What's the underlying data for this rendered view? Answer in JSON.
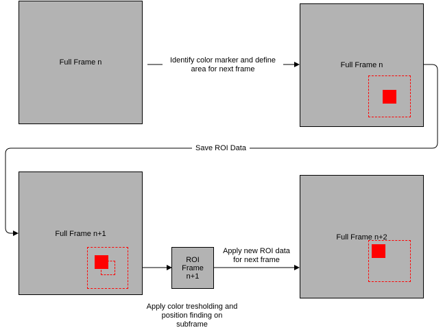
{
  "colors": {
    "frame_fill": "#b3b3b3",
    "marker": "#ff0000",
    "line": "#000000"
  },
  "frames": {
    "f1": "Full Frame n",
    "f2": "Full Frame n",
    "f3": "Full Frame n+1",
    "f4": "Full Frame n+2"
  },
  "roi_frame": "ROI\nFrame\nn+1",
  "edges": {
    "identify": "Identify color marker and define\narea for next frame",
    "save": "Save ROI Data",
    "apply": "Apply new ROI data\nfor next frame",
    "threshold": "Apply color tresholding and\nposition finding on\nsubframe"
  }
}
